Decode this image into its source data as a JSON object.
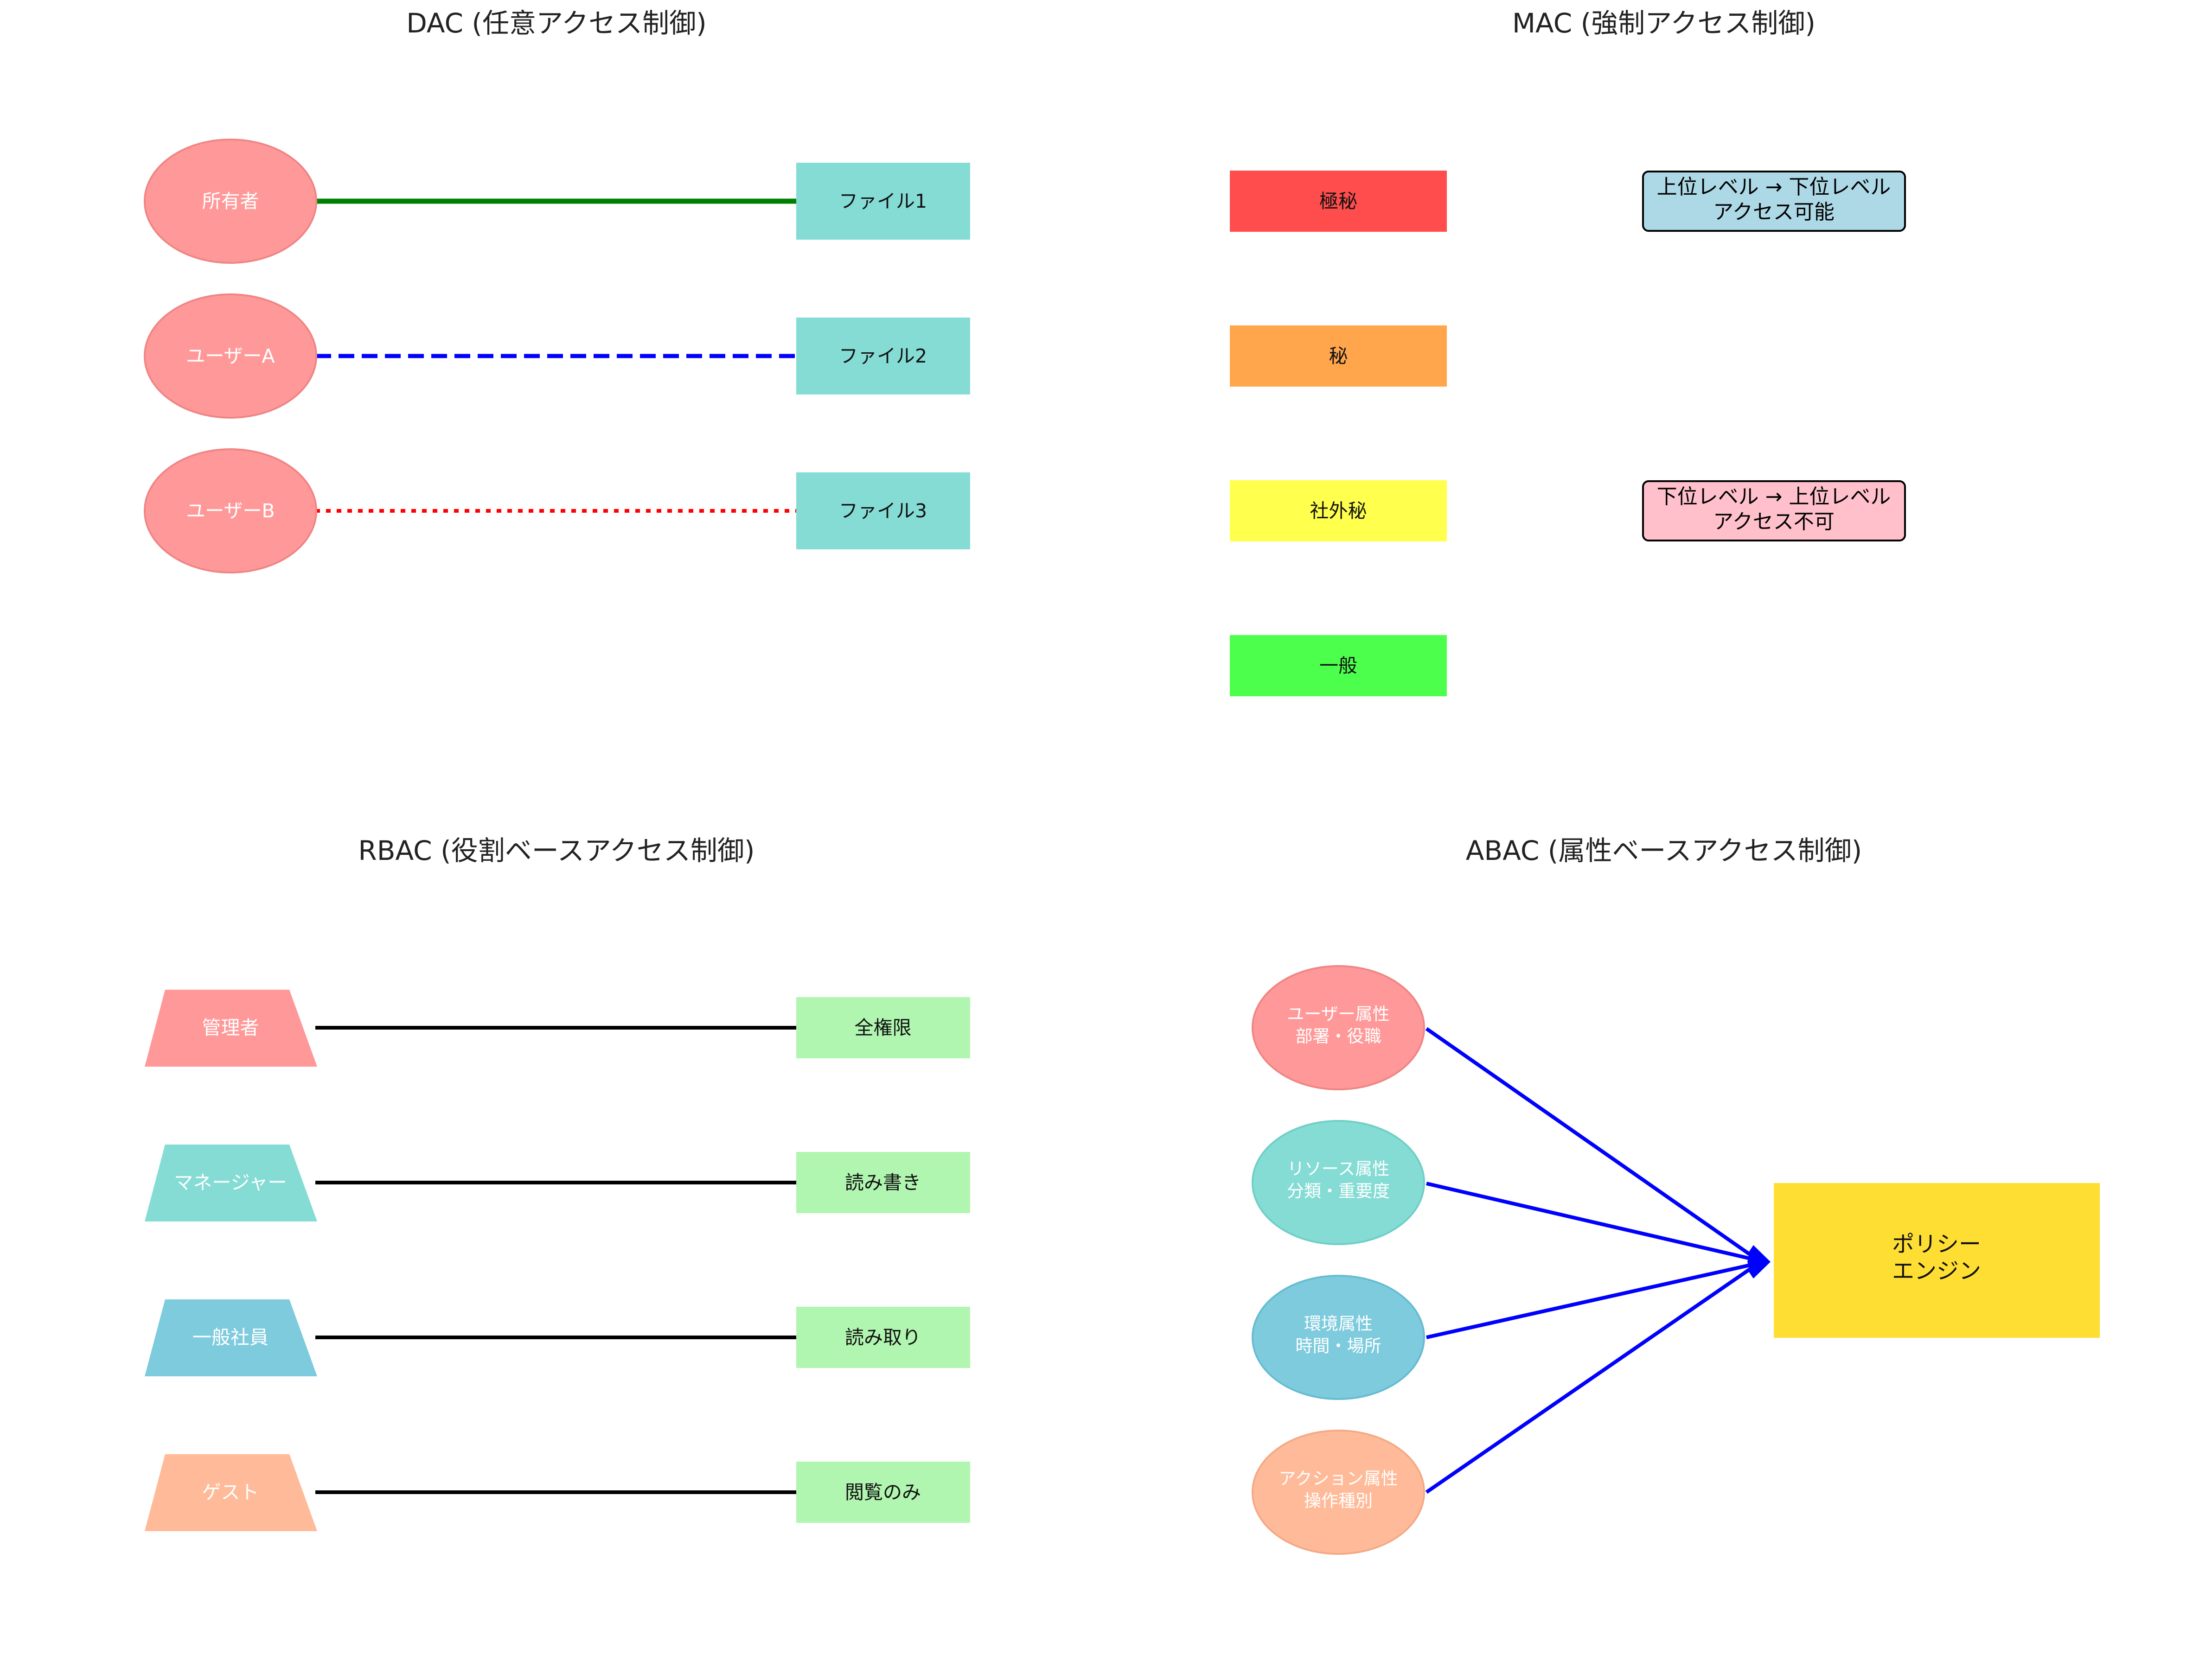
{
  "panels": {
    "dac": {
      "title": "DAC (任意アクセス制御)",
      "subjects": [
        "所有者",
        "ユーザーA",
        "ユーザーB"
      ],
      "objects": [
        "ファイル1",
        "ファイル2",
        "ファイル3"
      ],
      "link_styles": [
        "solid",
        "dashed",
        "dotted"
      ],
      "link_colors": [
        "#008000",
        "#0000ff",
        "#ff0000"
      ]
    },
    "mac": {
      "title": "MAC (強制アクセス制御)",
      "levels": [
        {
          "label": "極秘",
          "color": "#ff4d4d"
        },
        {
          "label": "秘",
          "color": "#ffa64d"
        },
        {
          "label": "社外秘",
          "color": "#ffff4d"
        },
        {
          "label": "一般",
          "color": "#4dff4d"
        }
      ],
      "rules": [
        {
          "line1": "上位レベル → 下位レベル",
          "line2": "アクセス可能",
          "color": "#add8e6"
        },
        {
          "line1": "下位レベル → 上位レベル",
          "line2": "アクセス不可",
          "color": "#ffc0cb"
        }
      ]
    },
    "rbac": {
      "title": "RBAC (役割ベースアクセス制御)",
      "roles": [
        {
          "label": "管理者",
          "color": "#ff9999"
        },
        {
          "label": "マネージャー",
          "color": "#85dcd5"
        },
        {
          "label": "一般社員",
          "color": "#7ecbdd"
        },
        {
          "label": "ゲスト",
          "color": "#ffbb99"
        }
      ],
      "permissions": [
        "全権限",
        "読み書き",
        "読み取り",
        "閲覧のみ"
      ],
      "permission_color": "#b0f5b0"
    },
    "abac": {
      "title": "ABAC (属性ベースアクセス制御)",
      "attributes": [
        {
          "line1": "ユーザー属性",
          "line2": "部署・役職",
          "color": "#ff9999"
        },
        {
          "line1": "リソース属性",
          "line2": "分類・重要度",
          "color": "#85dcd5"
        },
        {
          "line1": "環境属性",
          "line2": "時間・場所",
          "color": "#7ecbdd"
        },
        {
          "line1": "アクション属性",
          "line2": "操作種別",
          "color": "#ffbb99"
        }
      ],
      "engine": {
        "line1": "ポリシー",
        "line2": "エンジン",
        "color": "#ffde33"
      },
      "arrow_color": "#0000ff"
    }
  }
}
